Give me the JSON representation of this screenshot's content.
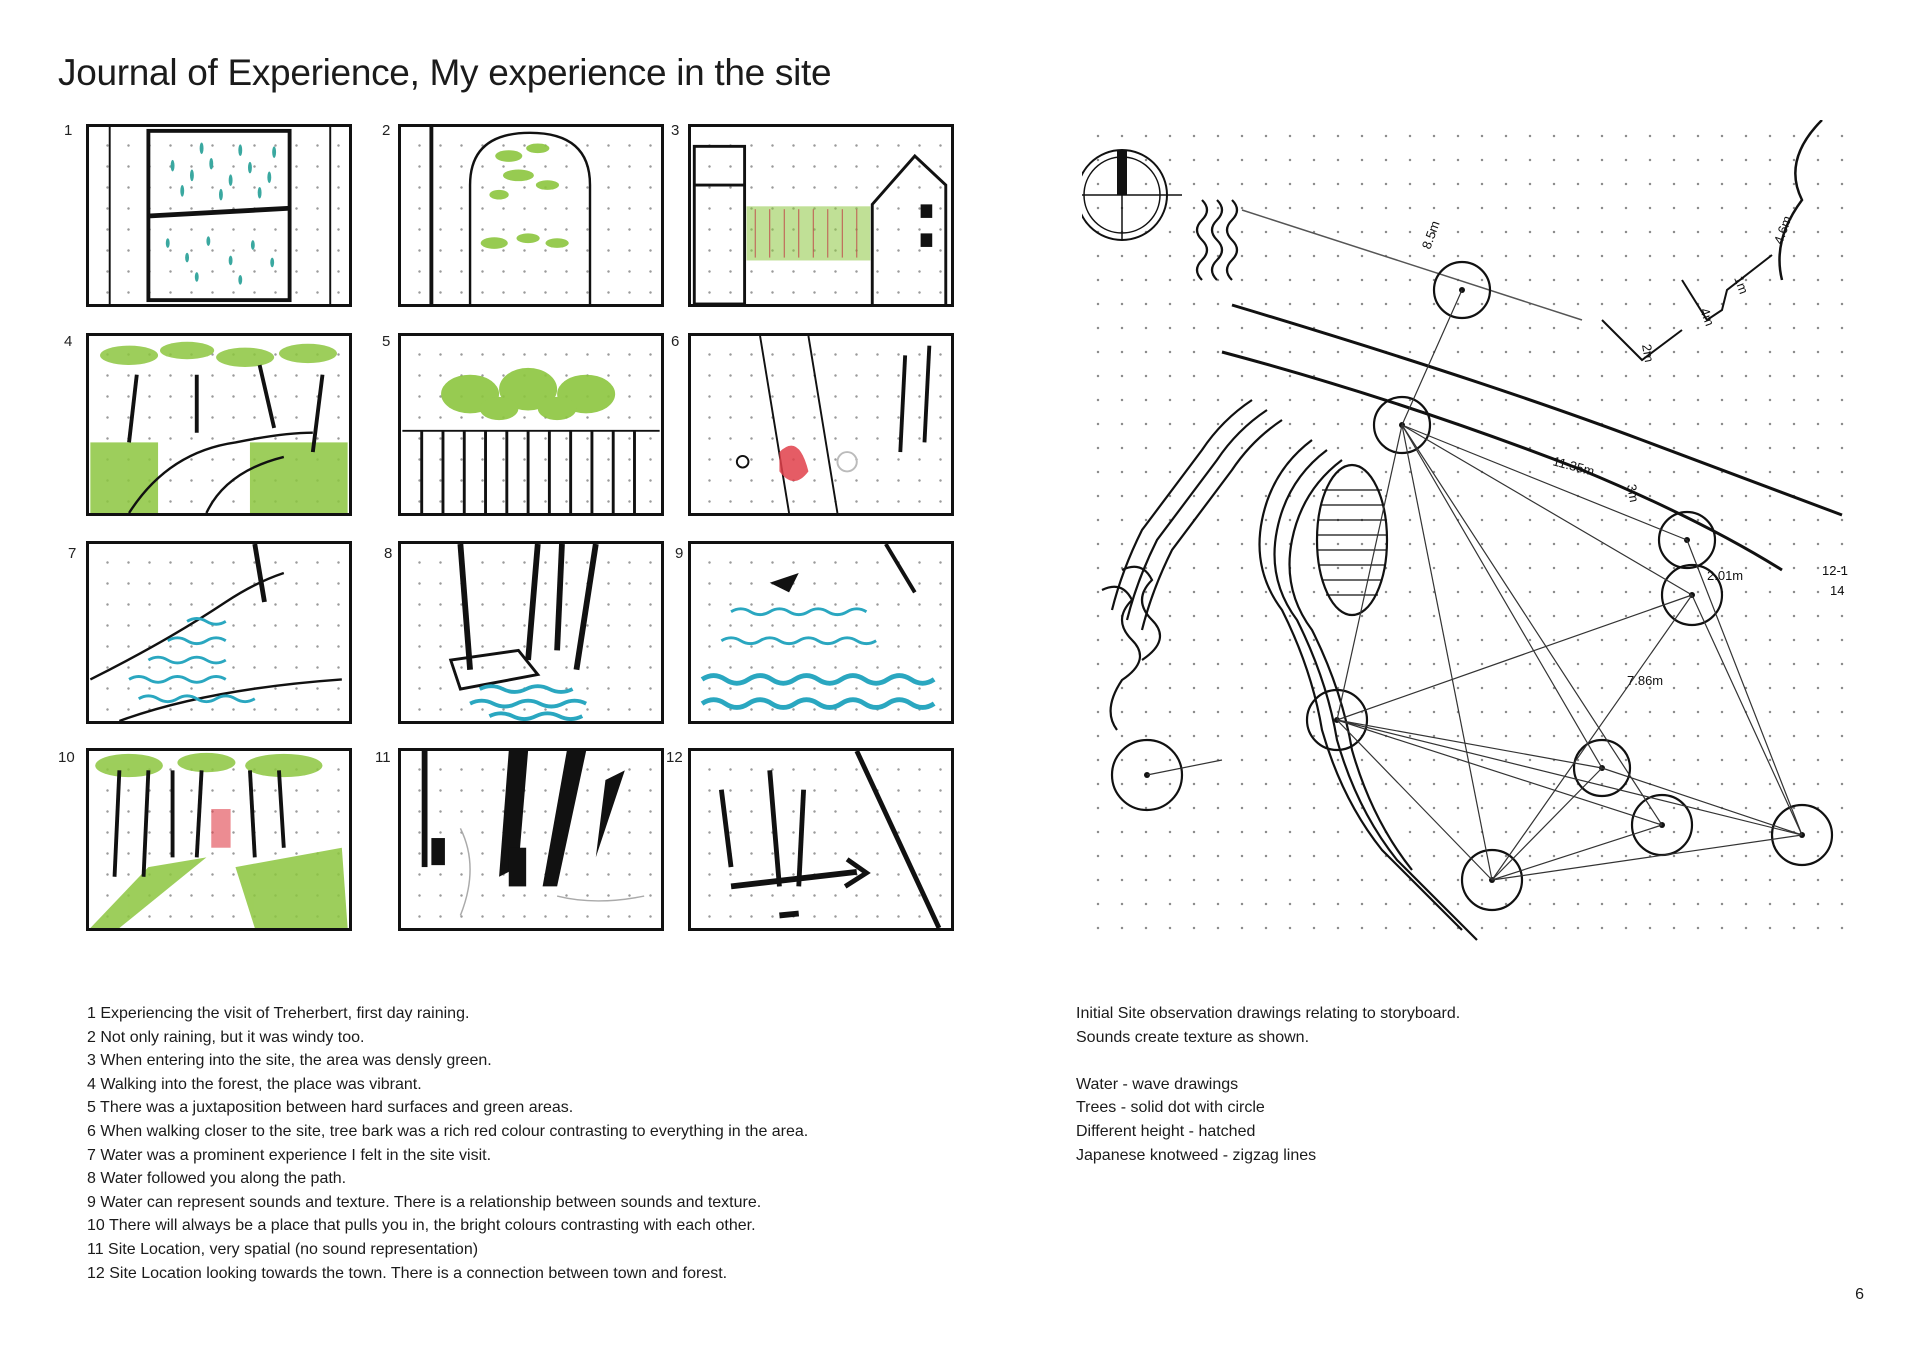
{
  "title": "Journal of Experience, My experience in the site",
  "storyboard": {
    "frames": [
      {
        "number": "1",
        "icon": "rain-window-sketch"
      },
      {
        "number": "2",
        "icon": "windy-doorway-sketch"
      },
      {
        "number": "3",
        "icon": "green-entrance-sketch"
      },
      {
        "number": "4",
        "icon": "forest-path-sketch"
      },
      {
        "number": "5",
        "icon": "fence-greenery-sketch"
      },
      {
        "number": "6",
        "icon": "red-bark-sketch"
      },
      {
        "number": "7",
        "icon": "stream-sketch"
      },
      {
        "number": "8",
        "icon": "bridge-water-sketch"
      },
      {
        "number": "9",
        "icon": "water-texture-sketch"
      },
      {
        "number": "10",
        "icon": "bright-forest-sketch"
      },
      {
        "number": "11",
        "icon": "site-location-sketch"
      },
      {
        "number": "12",
        "icon": "towards-town-sketch"
      }
    ]
  },
  "captions": [
    "1 Experiencing the visit of Treherbert, first day raining.",
    "2 Not only raining, but it was windy too.",
    "3 When entering into the site, the area was densly green.",
    "4 Walking into the forest, the place was vibrant.",
    "5 There was a juxtaposition between hard surfaces and green areas.",
    "6 When walking closer to the site, tree bark was a rich red colour contrasting to everything in the area.",
    "7 Water was a prominent experience I felt in the site visit.",
    "8 Water followed you along the path.",
    "9 Water can represent sounds and texture. There is a relationship between sounds and texture.",
    "10 There will always be a place that pulls you in, the bright colours contrasting with each other.",
    "11 Site Location, very spatial (no sound representation)",
    "12 Site Location looking towards the town. There is a connection between town and forest."
  ],
  "site_drawing": {
    "icon": "site-observation-map-sketch",
    "north_icon": "north-arrow-icon",
    "measurements": [
      "8.5m",
      "11.35m",
      "3m",
      "2.01m",
      "7.86m",
      "12-1",
      "14",
      "2m",
      "4m",
      "1m",
      "4.6m"
    ]
  },
  "site_notes": {
    "intro": [
      "Initial Site observation drawings relating to storyboard.",
      "Sounds create texture as shown."
    ],
    "legend": [
      "Water - wave drawings",
      "Trees - solid dot with circle",
      "Different height - hatched",
      "Japanese knotweed - zigzag lines"
    ]
  },
  "page_number": "6",
  "colors": {
    "ink": "#111111",
    "leaf_green": "#8cc63f",
    "water_blue": "#2aa7c0",
    "bark_red": "#e0404a",
    "rain_teal": "#3aa8a0"
  }
}
